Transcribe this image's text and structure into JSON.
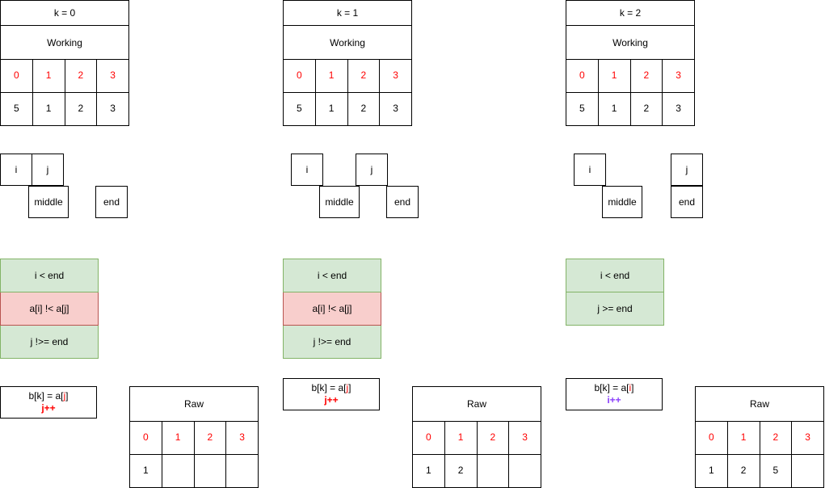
{
  "columns": [
    {
      "id": "k0",
      "title": "k = 0",
      "working": {
        "label": "Working",
        "indices": [
          "0",
          "1",
          "2",
          "3"
        ],
        "values": [
          "5",
          "1",
          "2",
          "3"
        ]
      },
      "pointers": {
        "i": "i",
        "j": "j",
        "middle": "middle",
        "end": "end"
      },
      "conditions": [
        {
          "text": "i < end",
          "state": "green"
        },
        {
          "text": "a[i] !< a[j]",
          "state": "red"
        },
        {
          "text": "j !>= end",
          "state": "green"
        }
      ],
      "action": {
        "line1_prefix": "b[k] = a[",
        "line1_var": "j",
        "line1_suffix": "]",
        "line2": "j++",
        "line2_color": "red"
      },
      "raw": {
        "label": "Raw",
        "indices": [
          "0",
          "1",
          "2",
          "3"
        ],
        "values": [
          "1",
          "",
          "",
          ""
        ]
      }
    },
    {
      "id": "k1",
      "title": "k = 1",
      "working": {
        "label": "Working",
        "indices": [
          "0",
          "1",
          "2",
          "3"
        ],
        "values": [
          "5",
          "1",
          "2",
          "3"
        ]
      },
      "pointers": {
        "i": "i",
        "j": "j",
        "middle": "middle",
        "end": "end"
      },
      "conditions": [
        {
          "text": "i < end",
          "state": "green"
        },
        {
          "text": "a[i] !< a[j]",
          "state": "red"
        },
        {
          "text": "j !>= end",
          "state": "green"
        }
      ],
      "action": {
        "line1_prefix": "b[k] = a[",
        "line1_var": "j",
        "line1_suffix": "]",
        "line2": "j++",
        "line2_color": "red"
      },
      "raw": {
        "label": "Raw",
        "indices": [
          "0",
          "1",
          "2",
          "3"
        ],
        "values": [
          "1",
          "2",
          "",
          ""
        ]
      }
    },
    {
      "id": "k2",
      "title": "k = 2",
      "working": {
        "label": "Working",
        "indices": [
          "0",
          "1",
          "2",
          "3"
        ],
        "values": [
          "5",
          "1",
          "2",
          "3"
        ]
      },
      "pointers": {
        "i": "i",
        "j": "j",
        "middle": "middle",
        "end": "end"
      },
      "conditions": [
        {
          "text": "i < end",
          "state": "green"
        },
        {
          "text": "j >= end",
          "state": "green"
        }
      ],
      "action": {
        "line1_prefix": "b[k] = a[",
        "line1_var": "i",
        "line1_suffix": "]",
        "line2": "i++",
        "line2_color": "purple"
      },
      "raw": {
        "label": "Raw",
        "indices": [
          "0",
          "1",
          "2",
          "3"
        ],
        "values": [
          "1",
          "2",
          "5",
          ""
        ]
      }
    }
  ],
  "colors": {
    "index_red": "#ff0000",
    "cond_green_fill": "#d5e8d4",
    "cond_green_border": "#82b366",
    "cond_red_fill": "#f8cecc",
    "cond_red_border": "#b85450",
    "increment_purple": "#8a3ffc",
    "box_border": "#000000",
    "background": "#ffffff"
  }
}
